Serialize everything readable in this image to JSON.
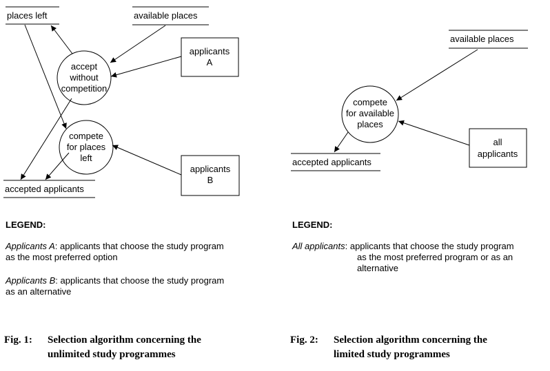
{
  "fig1": {
    "stores": {
      "places_left": "places left",
      "available_places": "available places",
      "accepted_applicants": "accepted applicants"
    },
    "processes": {
      "accept": [
        "accept",
        "without",
        "competition"
      ],
      "compete": [
        "compete",
        "for places",
        "left"
      ]
    },
    "entities": {
      "applicants_a": [
        "applicants",
        "A"
      ],
      "applicants_b": [
        "applicants",
        "B"
      ]
    },
    "legend": {
      "title": "LEGEND:",
      "entries": [
        {
          "term": "Applicants A",
          "line1": ": applicants that choose the study program",
          "line2": "as the most preferred option"
        },
        {
          "term": "Applicants B",
          "line1": ": applicants that choose the study program",
          "line2": "as an alternative"
        }
      ]
    },
    "caption": {
      "label": "Fig. 1:",
      "line1": "Selection algorithm concerning the",
      "line2": "unlimited study programmes"
    }
  },
  "fig2": {
    "stores": {
      "available_places": "available places",
      "accepted_applicants": "accepted applicants"
    },
    "processes": {
      "compete": [
        "compete",
        "for available",
        "places"
      ]
    },
    "entities": {
      "all_applicants": [
        "all",
        "applicants"
      ]
    },
    "legend": {
      "title": "LEGEND:",
      "entries": [
        {
          "term": "All applicants",
          "line1": ": applicants that choose the study program",
          "line2": "as the most preferred program or as an",
          "line3": "alternative"
        }
      ]
    },
    "caption": {
      "label": "Fig. 2:",
      "line1": "Selection algorithm concerning the",
      "line2": "limited study programmes"
    }
  }
}
